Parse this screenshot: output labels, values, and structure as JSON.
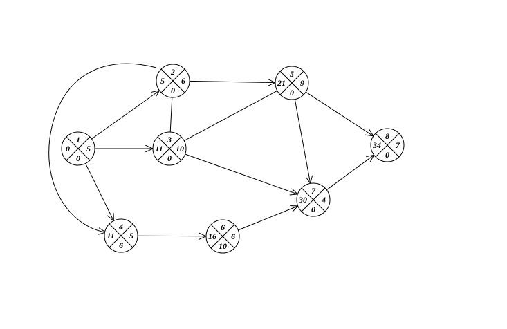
{
  "diagram": {
    "nodes": [
      {
        "id": "1",
        "top": "1",
        "left": "0",
        "right": "5",
        "bottom": "0"
      },
      {
        "id": "2",
        "top": "2",
        "left": "5",
        "right": "6",
        "bottom": "0"
      },
      {
        "id": "3",
        "top": "3",
        "left": "11",
        "right": "10",
        "bottom": "0"
      },
      {
        "id": "4",
        "top": "4",
        "left": "11",
        "right": "5",
        "bottom": "6"
      },
      {
        "id": "5",
        "top": "5",
        "left": "21",
        "right": "9",
        "bottom": "0"
      },
      {
        "id": "6",
        "top": "6",
        "left": "16",
        "right": "6",
        "bottom": "10"
      },
      {
        "id": "7",
        "top": "7",
        "left": "30",
        "right": "4",
        "bottom": "0"
      },
      {
        "id": "8",
        "top": "8",
        "left": "34",
        "right": "7",
        "bottom": "0"
      }
    ],
    "edges": [
      {
        "from": "1",
        "to": "2",
        "arrow": true
      },
      {
        "from": "1",
        "to": "3",
        "arrow": true
      },
      {
        "from": "1",
        "to": "4",
        "arrow": true
      },
      {
        "from": "2",
        "to": "4",
        "arrow": true,
        "curved": true
      },
      {
        "from": "2",
        "to": "3",
        "arrow": false
      },
      {
        "from": "2",
        "to": "5",
        "arrow": true
      },
      {
        "from": "3",
        "to": "5",
        "arrow": false
      },
      {
        "from": "3",
        "to": "7",
        "arrow": true
      },
      {
        "from": "4",
        "to": "6",
        "arrow": true
      },
      {
        "from": "6",
        "to": "7",
        "arrow": true
      },
      {
        "from": "5",
        "to": "7",
        "arrow": true
      },
      {
        "from": "5",
        "to": "8",
        "arrow": true
      },
      {
        "from": "7",
        "to": "8",
        "arrow": true
      }
    ]
  }
}
